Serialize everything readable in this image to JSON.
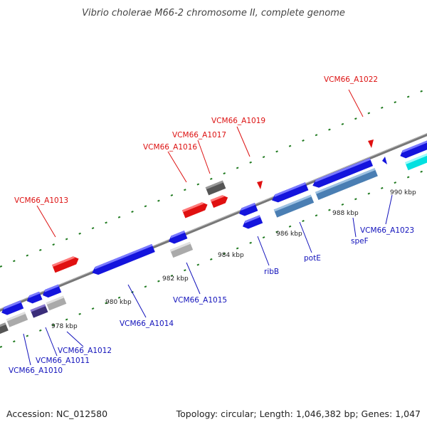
{
  "title": "Vibrio cholerae M66-2 chromosome II, complete genome",
  "footer": {
    "accession": "Accession: NC_012580",
    "summary": "Topology: circular; Length: 1,046,382 bp; Genes: 1,047"
  },
  "colors": {
    "backbone": "#888888",
    "tick_dash": "#1f7a1f",
    "red_label": "#dd1111",
    "blue_label": "#1111bb"
  },
  "scale_ticks": [
    "978 kbp",
    "980 kbp",
    "982 kbp",
    "984 kbp",
    "986 kbp",
    "988 kbp",
    "990 kbp"
  ],
  "gene_labels": [
    "VCM66_A1022",
    "VCM66_A1019",
    "VCM66_A1017",
    "VCM66_A1016",
    "VCM66_A1013",
    "VCM66_A1023",
    "speF",
    "potE",
    "ribB",
    "VCM66_A1015",
    "VCM66_A1014",
    "VCM66_A1012",
    "VCM66_A1011",
    "VCM66_A1010"
  ]
}
